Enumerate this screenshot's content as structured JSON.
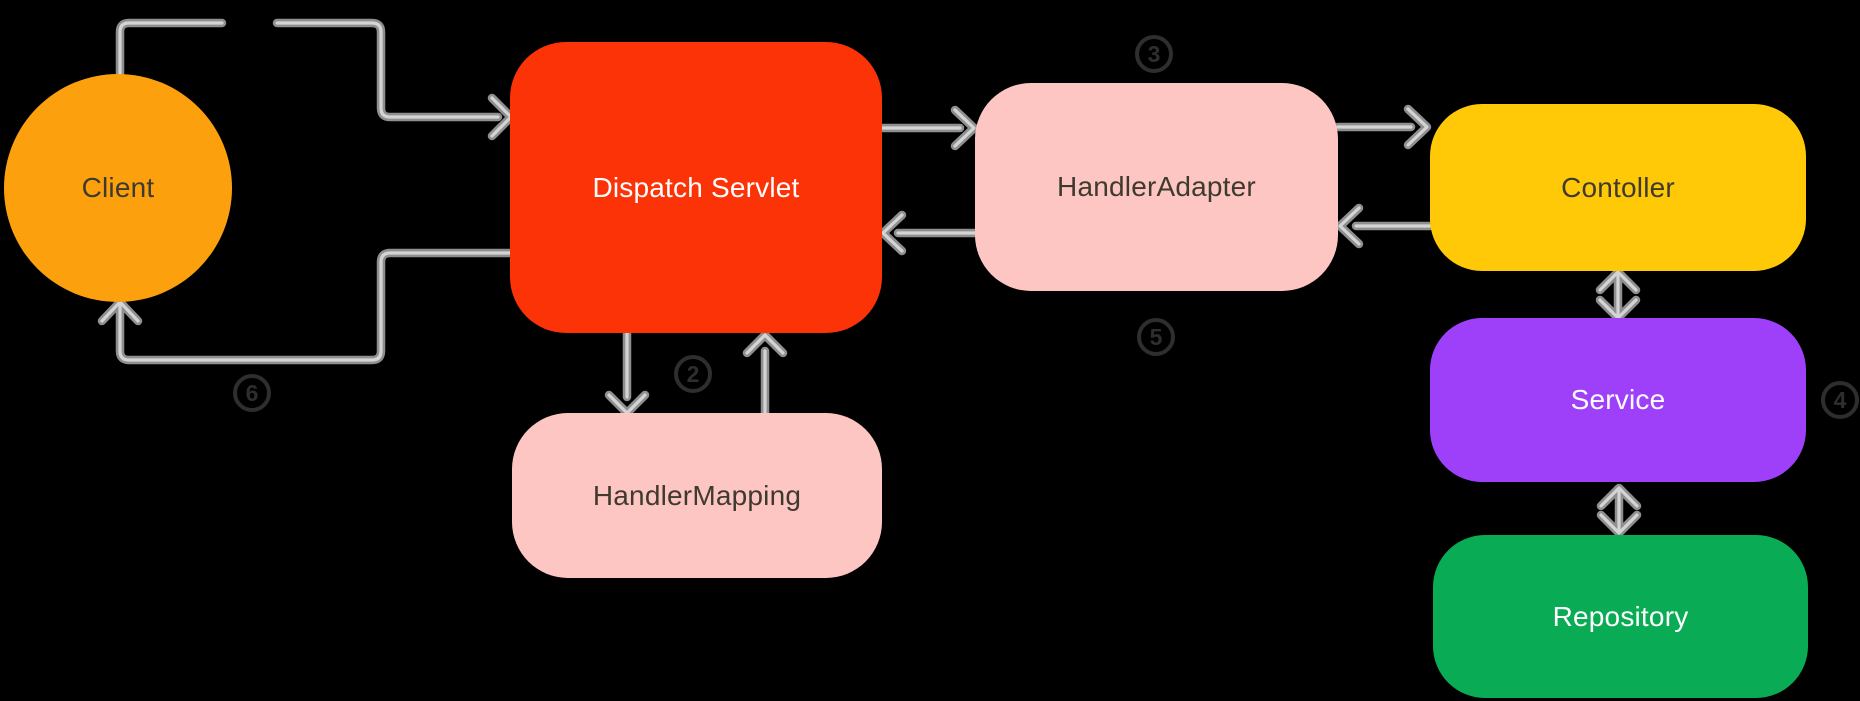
{
  "diagram": {
    "nodes": {
      "client": {
        "label": "Client"
      },
      "dispatch_servlet": {
        "label": "Dispatch Servlet"
      },
      "handler_adapter": {
        "label": "HandlerAdapter"
      },
      "handler_mapping": {
        "label": "HandlerMapping"
      },
      "controller": {
        "label": "Contoller"
      },
      "service": {
        "label": "Service"
      },
      "repository": {
        "label": "Repository"
      }
    },
    "steps": {
      "step2": "2",
      "step3": "3",
      "step4": "4",
      "step5": "5",
      "step6": "6"
    },
    "colors": {
      "background": "#000000",
      "client": "#FCA10D",
      "dispatch_servlet": "#FC3306",
      "handler_adapter": "#FEC6C3",
      "handler_mapping": "#FEC6C3",
      "controller": "#FFC907",
      "service": "#9E3FFA",
      "repository": "#09AC55",
      "connector_outer": "#8F8F8F",
      "connector_inner": "#D4D4D4",
      "step_badge": "#2E2E2E",
      "label_dark": "#3E3A2F",
      "label_light": "#FFFFFF"
    }
  }
}
